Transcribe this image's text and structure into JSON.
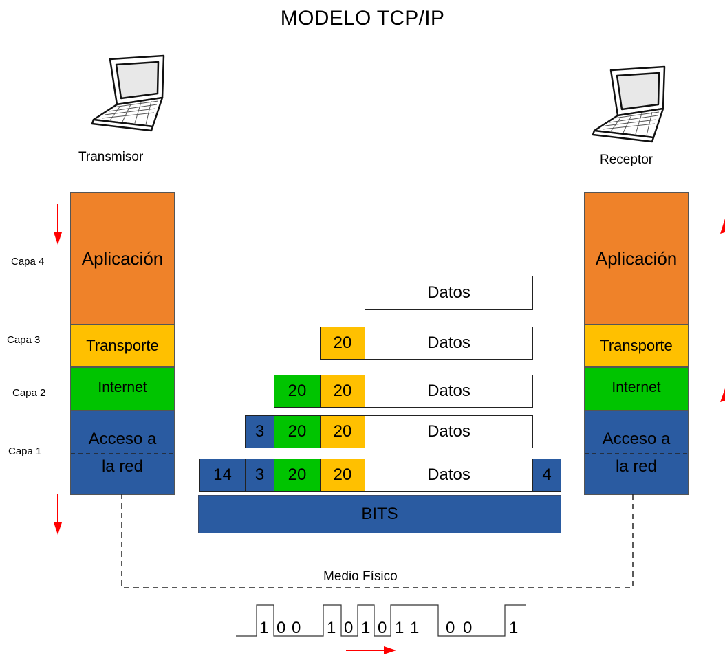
{
  "diagram": {
    "title": "MODELO TCP/IP",
    "devices": {
      "sender_label": "Transmisor",
      "receiver_label": "Receptor",
      "icon": "laptop-icon"
    },
    "layers": {
      "capa4": "Capa 4",
      "capa3": "Capa 3",
      "capa2": "Capa 2",
      "capa1": "Capa 1",
      "aplicacion": "Aplicación",
      "transporte": "Transporte",
      "internet": "Internet",
      "acceso_line1": "Acceso a",
      "acceso_line2": "la red"
    },
    "encapsulation": {
      "datos": "Datos",
      "header_transport": "20",
      "header_internet": "20",
      "header_access": "3",
      "frame_header": "14",
      "frame_trailer": "4",
      "bits": "BITS"
    },
    "medium_label": "Medio Físico",
    "bit_sequence": [
      "1",
      "0",
      "0",
      "1",
      "0",
      "1",
      "0",
      "1",
      "1",
      "0",
      "0",
      "1"
    ],
    "colors": {
      "aplicacion": "#EF8229",
      "transporte": "#FFC000",
      "internet": "#00C400",
      "acceso": "#2A5BA1",
      "arrow": "#FF0000"
    }
  }
}
